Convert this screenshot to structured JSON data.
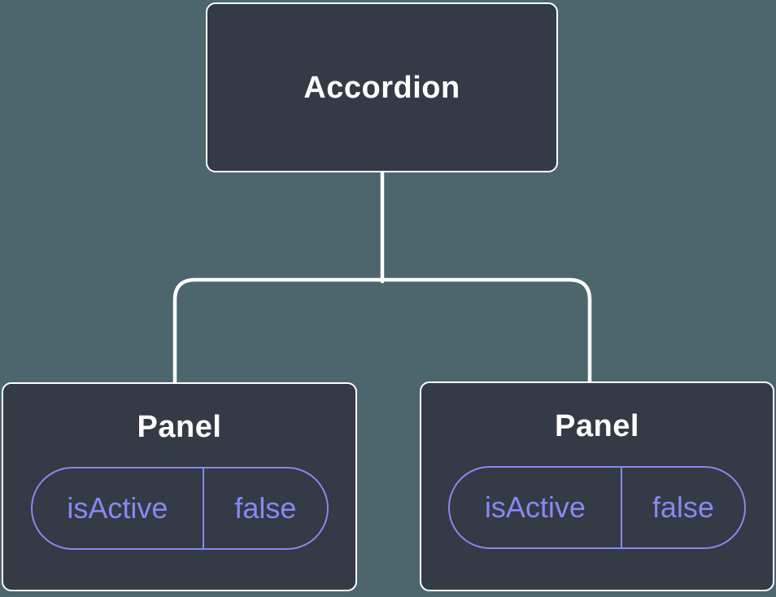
{
  "diagram": {
    "root_node": {
      "label": "Accordion"
    },
    "panels": [
      {
        "label": "Panel",
        "state_key": "isActive",
        "state_value": "false"
      },
      {
        "label": "Panel",
        "state_key": "isActive",
        "state_value": "false"
      }
    ],
    "colors": {
      "background": "#4d666e",
      "node_fill": "#343a46",
      "node_border": "#ffffff",
      "connector": "#ffffff",
      "state_accent": "#8789f0",
      "title_text": "#ffffff"
    }
  }
}
